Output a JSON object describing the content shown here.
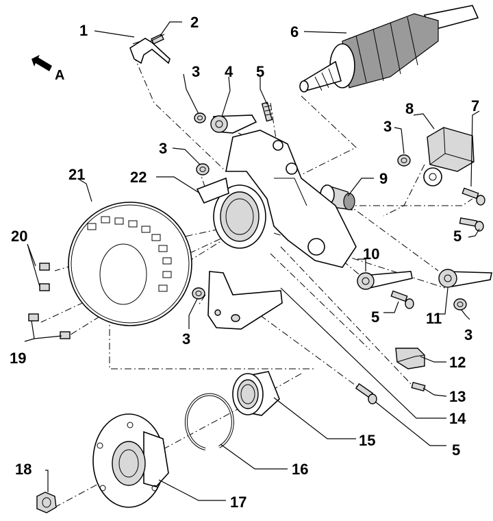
{
  "direction_marker": {
    "letter": "A"
  },
  "callouts": [
    {
      "id": "c1",
      "text": "1"
    },
    {
      "id": "c2",
      "text": "2"
    },
    {
      "id": "c3a",
      "text": "3"
    },
    {
      "id": "c3b",
      "text": "3"
    },
    {
      "id": "c3c",
      "text": "3"
    },
    {
      "id": "c3d",
      "text": "3"
    },
    {
      "id": "c3e",
      "text": "3"
    },
    {
      "id": "c4",
      "text": "4"
    },
    {
      "id": "c5a",
      "text": "5"
    },
    {
      "id": "c5b",
      "text": "5"
    },
    {
      "id": "c5c",
      "text": "5"
    },
    {
      "id": "c5d",
      "text": "5"
    },
    {
      "id": "c6",
      "text": "6"
    },
    {
      "id": "c7",
      "text": "7"
    },
    {
      "id": "c8",
      "text": "8"
    },
    {
      "id": "c9",
      "text": "9"
    },
    {
      "id": "c10",
      "text": "10"
    },
    {
      "id": "c11",
      "text": "11"
    },
    {
      "id": "c12",
      "text": "12"
    },
    {
      "id": "c13",
      "text": "13"
    },
    {
      "id": "c14",
      "text": "14"
    },
    {
      "id": "c15",
      "text": "15"
    },
    {
      "id": "c16",
      "text": "16"
    },
    {
      "id": "c17",
      "text": "17"
    },
    {
      "id": "c18",
      "text": "18"
    },
    {
      "id": "c19",
      "text": "19"
    },
    {
      "id": "c20",
      "text": "20"
    },
    {
      "id": "c21",
      "text": "21"
    },
    {
      "id": "c22",
      "text": "22"
    }
  ]
}
